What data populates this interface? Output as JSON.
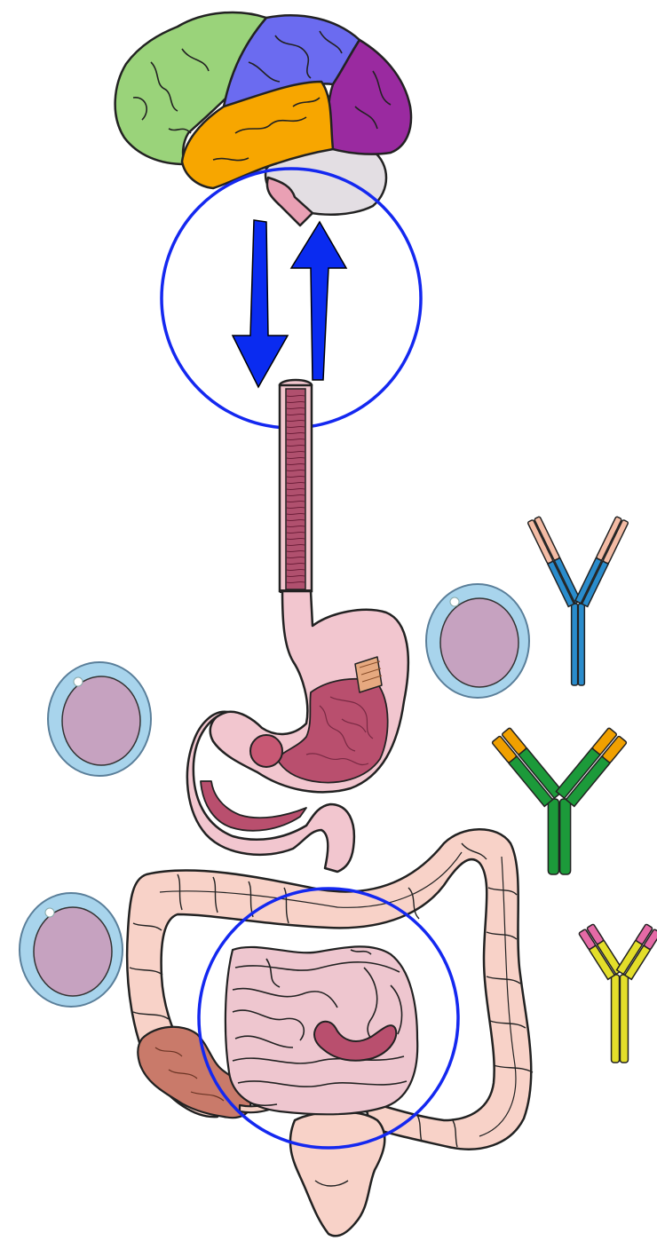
{
  "diagram": {
    "title": "",
    "subject": "gut-brain axis",
    "colors": {
      "background": "#ffffff",
      "axis_arrows": "#0a2bf0",
      "highlight_circles": "#1428f0",
      "outline": "#222222",
      "brain_frontal": "#9ad37a",
      "brain_parietal": "#6b6bf0",
      "brain_occipital": "#9a2aa0",
      "brain_temporal": "#f7a600",
      "brain_cerebellum": "#e3dee3",
      "brainstem": "#e9a0b4",
      "esophagus_lumen": "#b0506e",
      "esophagus_wall": "#f2c6ce",
      "stomach_wall": "#f2c6cf",
      "stomach_lining": "#b94f6e",
      "small_intestine": "#eec6cf",
      "colon": "#f8d2c8",
      "appendix_cecum": "#c97a6a",
      "cell_membrane": "#a8d4ec",
      "cell_nucleus": "#c6a2c0",
      "antibody_blue_tips": "#f3bba4",
      "antibody_blue_body": "#2a8ccc",
      "antibody_green_tips": "#f0a000",
      "antibody_green_body": "#1c9a3a",
      "antibody_yellow_tips": "#e46aa6",
      "antibody_yellow_body": "#e3de2a"
    },
    "components": [
      "brain",
      "bidirectional-arrows",
      "esophagus",
      "stomach",
      "duodenum",
      "small-intestine",
      "large-intestine",
      "appendix",
      "rectum",
      "immune-cell",
      "antibody"
    ]
  }
}
